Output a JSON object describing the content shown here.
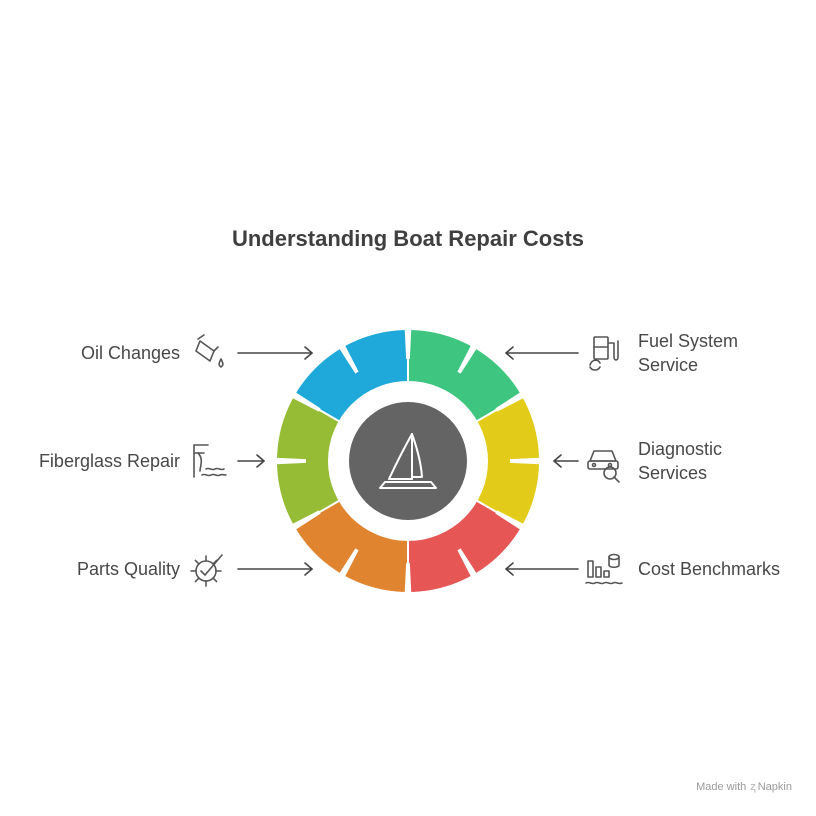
{
  "title": "Understanding Boat Repair Costs",
  "center_icon": "sailboat-icon",
  "items": [
    {
      "side": "left",
      "lines": [
        "Oil Changes"
      ],
      "icon": "oil-can-icon",
      "color": "#1FA8DA"
    },
    {
      "side": "left",
      "lines": [
        "Fiberglass Repair"
      ],
      "icon": "pier-water-icon",
      "color": "#96BC35"
    },
    {
      "side": "left",
      "lines": [
        "Parts Quality"
      ],
      "icon": "gear-check-icon",
      "color": "#E08430"
    },
    {
      "side": "right",
      "lines": [
        "Fuel System",
        "Service"
      ],
      "icon": "fuel-pump-icon",
      "color": "#3EC57F"
    },
    {
      "side": "right",
      "lines": [
        "Diagnostic",
        "Services"
      ],
      "icon": "car-diagnostic-icon",
      "color": "#E3CC19"
    },
    {
      "side": "right",
      "lines": [
        "Cost Benchmarks"
      ],
      "icon": "bar-chart-water-icon",
      "color": "#E55654"
    }
  ],
  "footer": {
    "made_with": "Made with",
    "brand": "Napkin"
  }
}
